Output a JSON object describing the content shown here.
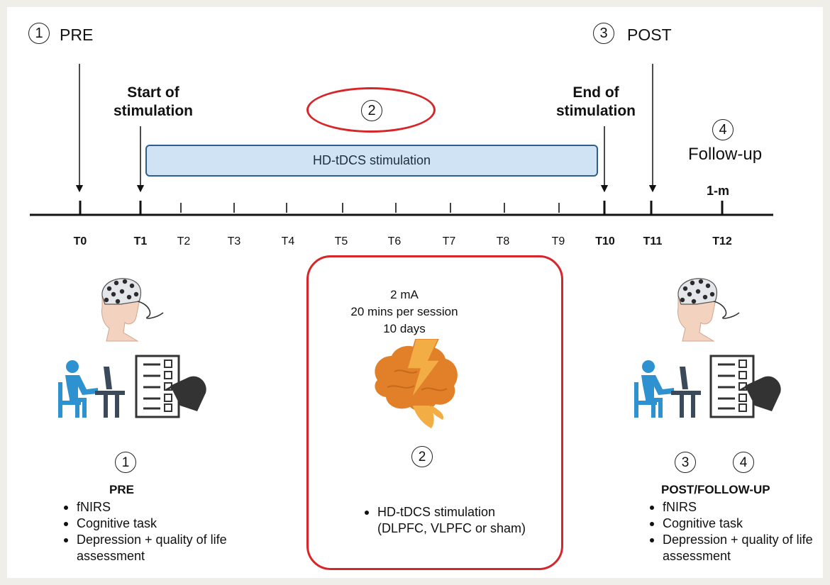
{
  "phases": {
    "pre": {
      "number": "1",
      "label": "PRE"
    },
    "stim": {
      "number": "2"
    },
    "post": {
      "number": "3",
      "label": "POST"
    },
    "followup": {
      "number": "4",
      "label": "Follow-up",
      "marker": "1-m"
    }
  },
  "markers": {
    "start": "Start of\nstimulation",
    "end": "End of\nstimulation"
  },
  "stim_bar": {
    "label": "HD-tDCS stimulation"
  },
  "timeline": {
    "ticks": [
      "T0",
      "T1",
      "T2",
      "T3",
      "T4",
      "T5",
      "T6",
      "T7",
      "T8",
      "T9",
      "T10",
      "T11",
      "T12"
    ]
  },
  "protocol": {
    "line1": "2 mA",
    "line2": "20 mins per session",
    "line3": "10 days",
    "number": "2",
    "bullet_line1": "HD-tDCS stimulation",
    "bullet_line2": "(DLPFC, VLPFC or sham)"
  },
  "pre_panel": {
    "number": "1",
    "title": "PRE",
    "items": [
      "fNIRS",
      "Cognitive task",
      "Depression + quality of life assessment"
    ]
  },
  "post_panel": {
    "number_a": "3",
    "number_b": "4",
    "title": "POST/FOLLOW-UP",
    "items": [
      "fNIRS",
      "Cognitive task",
      "Depression + quality of life assessment"
    ]
  },
  "colors": {
    "highlight_red": "#d7262a",
    "stim_bar_fill": "#cfe3f5",
    "stim_bar_border": "#2f5e8c",
    "person_blue": "#2f92d0",
    "brain_orange": "#e2802a",
    "lightning_yellow": "#f2ae45",
    "dark_gray": "#333333"
  },
  "icons": [
    "head-eeg-cap-icon",
    "person-at-computer-icon",
    "checklist-icon",
    "brain-lightning-icon"
  ]
}
